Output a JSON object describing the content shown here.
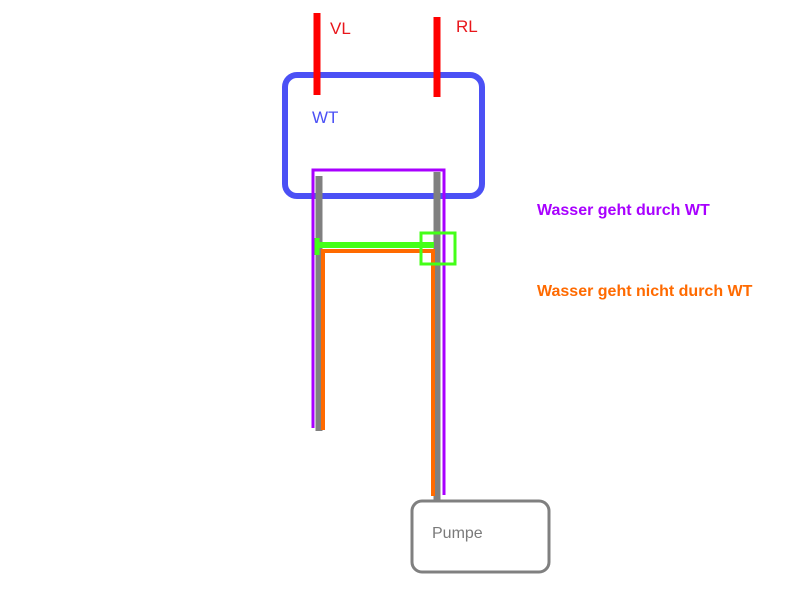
{
  "labels": {
    "vl": "VL",
    "rl": "RL",
    "wt": "WT",
    "pumpe": "Pumpe"
  },
  "legend": {
    "through": "Wasser geht durch WT",
    "bypass": "Wasser geht nicht durch WT"
  },
  "colors": {
    "supply_pipes": "#ff0000",
    "heat_exchanger": "#4b50f5",
    "pipes": "#808080",
    "path_through": "#a800ff",
    "path_bypass": "#ff6a00",
    "bypass_valve": "#44ff18",
    "pump": "#808080",
    "label_text_red": "#e8161b",
    "label_text_blue": "#4b50f5",
    "label_text_gray": "#7a7a7a"
  }
}
